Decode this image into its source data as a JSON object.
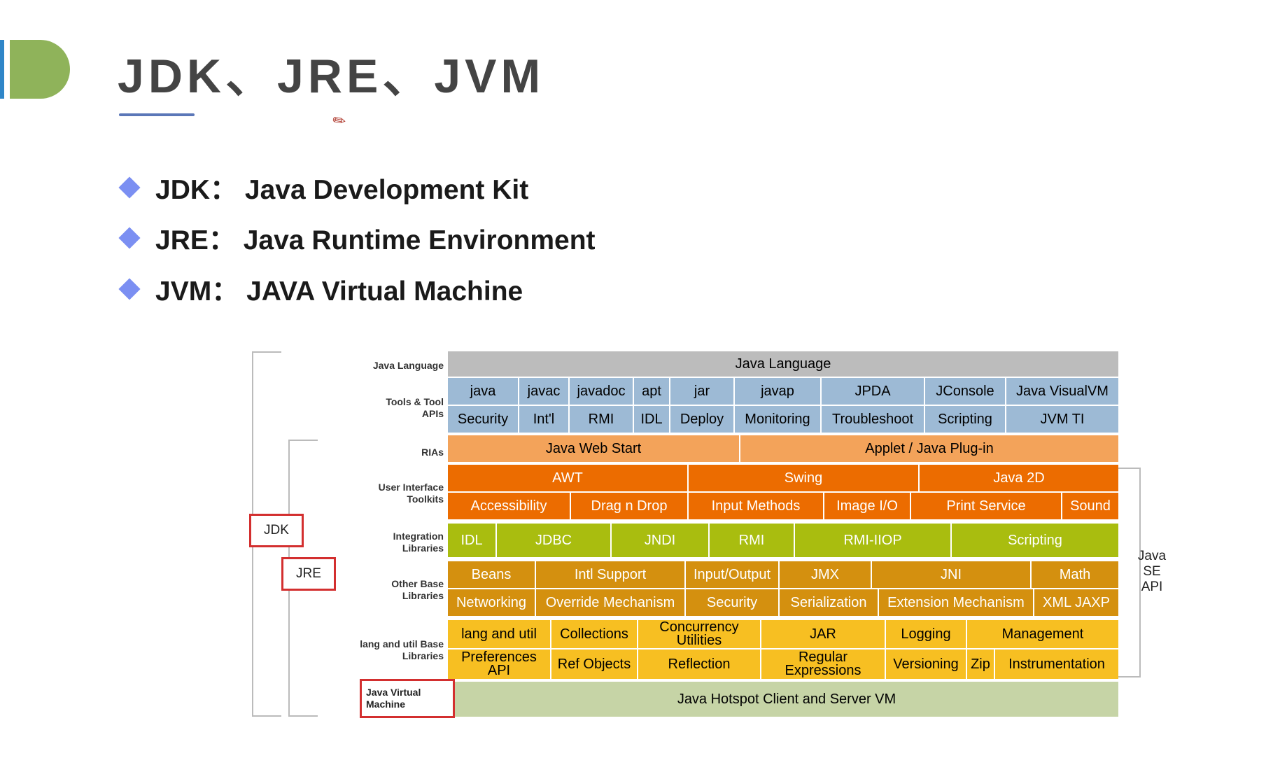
{
  "slide": {
    "title": "JDK、JRE、JVM",
    "bullets": [
      {
        "term": "JDK",
        "definition": "Java Development Kit"
      },
      {
        "term": "JRE",
        "definition": "Java Runtime Environment"
      },
      {
        "term": "JVM",
        "definition": "JAVA Virtual Machine"
      }
    ],
    "separator": "："
  },
  "diagram": {
    "row_labels": {
      "java_language": "Java Language",
      "tools": "Tools & Tool APIs",
      "rias": "RIAs",
      "ui_toolkits": "User Interface Toolkits",
      "integration": "Integration Libraries",
      "other_base": "Other Base Libraries",
      "lang_util": "lang and util Base Libraries",
      "jvm": "Java Virtual Machine"
    },
    "boxes": {
      "jdk": "JDK",
      "jre": "JRE"
    },
    "se_api_label": "Java SE API",
    "cells": {
      "java_language": "Java Language",
      "tools_row1": [
        "java",
        "javac",
        "javadoc",
        "apt",
        "jar",
        "javap",
        "JPDA",
        "JConsole",
        "Java VisualVM"
      ],
      "tools_row2": [
        "Security",
        "Int'l",
        "RMI",
        "IDL",
        "Deploy",
        "Monitoring",
        "Troubleshoot",
        "Scripting",
        "JVM TI"
      ],
      "rias": [
        "Java Web Start",
        "Applet / Java Plug-in"
      ],
      "ui_row1": [
        "AWT",
        "Swing",
        "Java 2D"
      ],
      "ui_row2": [
        "Accessibility",
        "Drag n Drop",
        "Input Methods",
        "Image I/O",
        "Print Service",
        "Sound"
      ],
      "integration": [
        "IDL",
        "JDBC",
        "JNDI",
        "RMI",
        "RMI-IIOP",
        "Scripting"
      ],
      "other_row1": [
        "Beans",
        "Intl Support",
        "Input/Output",
        "JMX",
        "JNI",
        "Math"
      ],
      "other_row2": [
        "Networking",
        "Override Mechanism",
        "Security",
        "Serialization",
        "Extension Mechanism",
        "XML JAXP"
      ],
      "lang_row1": [
        "lang and util",
        "Collections",
        "Concurrency Utilities",
        "JAR",
        "Logging",
        "Management"
      ],
      "lang_row2": [
        "Preferences API",
        "Ref Objects",
        "Reflection",
        "Regular Expressions",
        "Versioning",
        "Zip",
        "Instrumentation"
      ],
      "jvm": "Java Hotspot Client and Server VM"
    },
    "colors": {
      "gray": "#bcbcbc",
      "blue": "#9dbad5",
      "light_orange": "#f3a35a",
      "orange": "#ec6c00",
      "olive": "#a9bd0f",
      "dark_gold": "#d4900f",
      "yellow": "#f7bf22",
      "sage": "#c6d4a6"
    }
  }
}
